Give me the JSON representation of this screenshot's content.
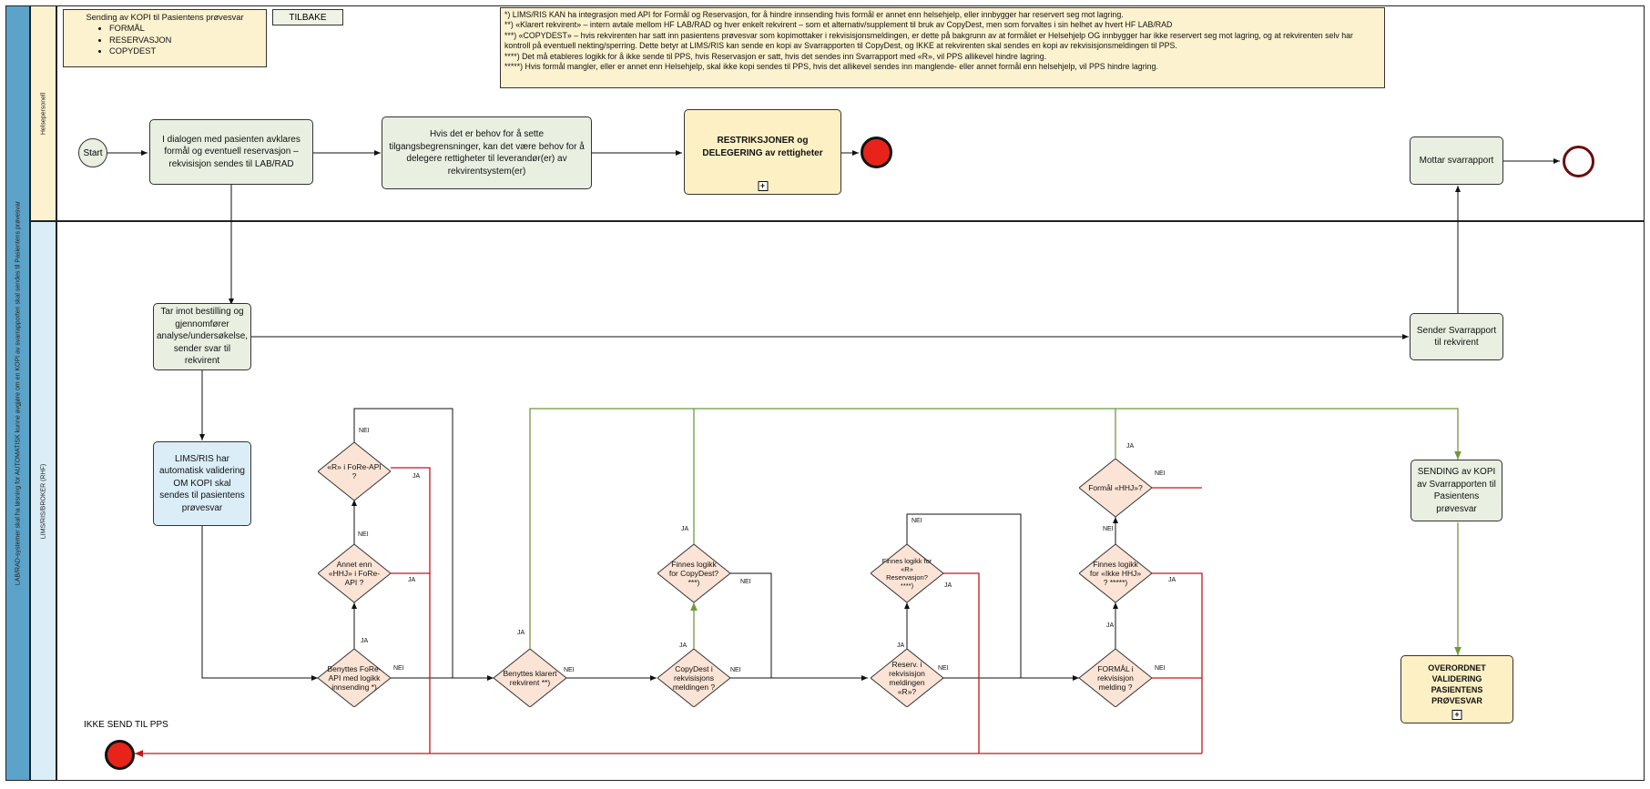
{
  "pool": {
    "title": "LAB/RAD-systemer skal ha løsning for AUTOMATISK kunne avgjøre om en KOPI av svarrapporten skal sendes til Pasientens prøvesvar"
  },
  "lanes": {
    "top": "Helsepersonell",
    "bottom": "LIMS/RIS/BROKER (RHF)"
  },
  "legend_note": {
    "title": "Sending av KOPI til Pasientens prøvesvar",
    "items": [
      "FORMÅL",
      "RESERVASJON",
      "COPYDEST"
    ]
  },
  "back_button": "TILBAKE",
  "info_note": {
    "lines": [
      "*) LIMS/RIS KAN ha integrasjon med API for Formål og Reservasjon, for å hindre innsending hvis formål er annet enn helsehjelp, eller innbygger har reservert seg mot lagring.",
      "**) «Klarert rekvirent» – intern avtale mellom HF LAB/RAD og hver enkelt rekvirent – som et alternativ/supplement til bruk av CopyDest, men som forvaltes i sin helhet av hvert HF LAB/RAD",
      "***) «COPYDEST» –  hvis rekvirenten har satt inn pasientens prøvesvar som kopimottaker i rekvisisjonsmeldingen, er dette på bakgrunn av at formålet er Helsehjelp OG innbygger har ikke reservert seg mot lagring, og at rekvirenten selv har kontroll på eventuell nekting/sperring. Dette betyr at LIMS/RIS kan sende en kopi av Svarrapporten til CopyDest, og IKKE at rekvirenten skal sendes en kopi av rekvisisjonsmeldingen til PPS.",
      "****) Det må etableres logikk for å ikke sende til PPS, hvis Reservasjon er satt, hvis det sendes inn Svarrapport med «R», vil PPS allikevel hindre lagring.",
      "*****) Hvis formål mangler, eller er annet enn Helsehjelp, skal ikke kopi sendes til PPS, hvis det allikevel sendes inn manglende- eller annet formål enn helsehjelp, vil PPS hindre lagring."
    ]
  },
  "start_label": "Start",
  "tasks": {
    "dialog": "I dialogen med pasienten avklares formål og eventuell reservasjon – rekvisisjon sendes til LAB/RAD",
    "restrict": "Hvis det er behov for å sette tilgangsbegrensninger, kan det være behov for å delegere rettigheter til leverandør(er) av rekvirentsystem(er)",
    "subprocess": "RESTRIKSJONER og DELEGERING av rettigheter",
    "receive_report": "Mottar svarrapport",
    "order": "Tar imot bestilling og gjennomfører analyse/undersøkelse, sender svar til rekvirent",
    "send_report": "Sender Svarrapport til rekvirent",
    "lims": "LIMS/RIS har automatisk validering OM KOPI skal sendes til pasientens prøvesvar",
    "send_copy": "SENDING av KOPI av Svarrapporten til Pasientens prøvesvar",
    "validation": "OVERORDNET VALIDERING PASIENTENS PRØVESVAR"
  },
  "gateways": {
    "fore_api": "Benyttes FoRe-API med logikk innsending *)",
    "annet_hhj": "Annet enn «HHJ» i FoRe-API ?",
    "r_fore": "«R» i FoRe-API ?",
    "klarert": "Benyttes klarert rekvirent **)",
    "copydest": "CopyDest i rekvisisjons meldingen ?",
    "copydest_logic": "Finnes logikk for CopyDest? ***)",
    "reserv": "Reserv. i rekvisisjon meldingen «R»?",
    "reserv_logic": "Finnes logikk for «R» Reservasjon? ****)",
    "formal": "FORMÅL i rekvisisjon melding ?",
    "formal_logic": "Finnes logikk for «Ikke HHJ» ? *****)",
    "formal_hhj": "Formål «HHJ»?"
  },
  "flow_labels": {
    "yes": "JA",
    "no": "NEI"
  },
  "end_label": "IKKE SEND TIL PPS",
  "colors": {
    "pool": "#5ba3c8",
    "lane_top": "#fdf2cf",
    "lane_bottom": "#dbeef8",
    "task_green": "#e9efe1",
    "task_yellow": "#fdf0c4",
    "task_blue": "#dbeef8",
    "gateway": "#fbe4d5",
    "flow_red": "#c0171c",
    "flow_green": "#6f9a3b",
    "end_event": "#e8231a"
  }
}
